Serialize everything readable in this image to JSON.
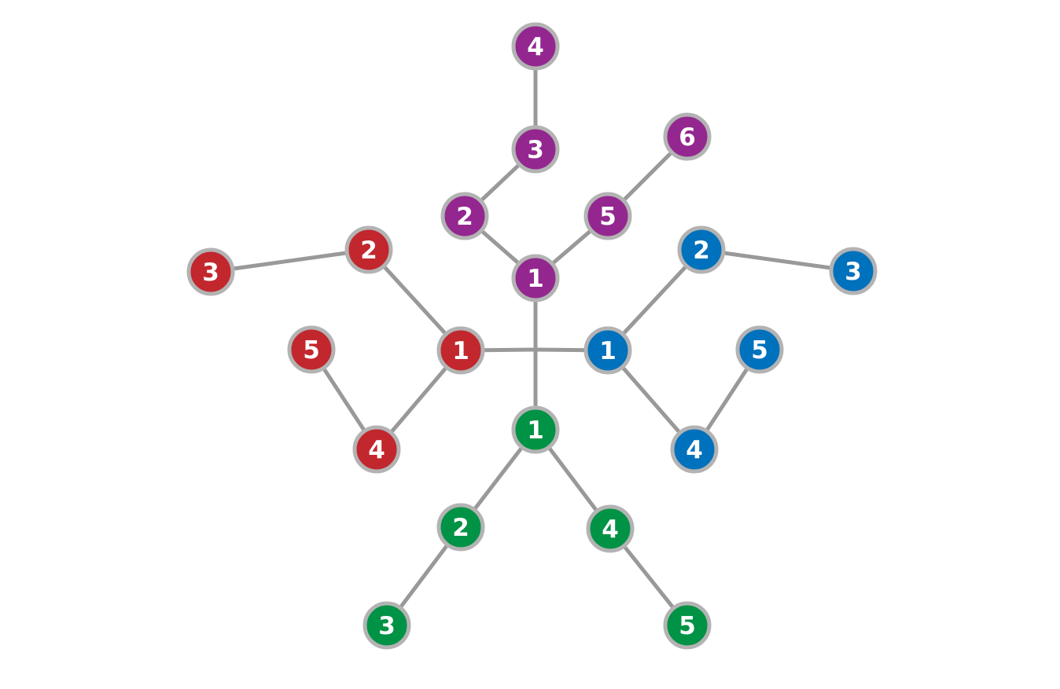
{
  "diagram": {
    "center_junction": "center",
    "colors": {
      "purple": "#93278f",
      "red": "#c1272d",
      "blue": "#0071bc",
      "green": "#009245",
      "edge": "#999999",
      "ring": "#b3b3b3",
      "label": "#ffffff"
    },
    "nodes": [
      {
        "id": "purple-1",
        "label": "1",
        "branch": "purple"
      },
      {
        "id": "purple-2",
        "label": "2",
        "branch": "purple"
      },
      {
        "id": "purple-3",
        "label": "3",
        "branch": "purple"
      },
      {
        "id": "purple-4",
        "label": "4",
        "branch": "purple"
      },
      {
        "id": "purple-5",
        "label": "5",
        "branch": "purple"
      },
      {
        "id": "purple-6",
        "label": "6",
        "branch": "purple"
      },
      {
        "id": "red-1",
        "label": "1",
        "branch": "red"
      },
      {
        "id": "red-2",
        "label": "2",
        "branch": "red"
      },
      {
        "id": "red-3",
        "label": "3",
        "branch": "red"
      },
      {
        "id": "red-4",
        "label": "4",
        "branch": "red"
      },
      {
        "id": "red-5",
        "label": "5",
        "branch": "red"
      },
      {
        "id": "blue-1",
        "label": "1",
        "branch": "blue"
      },
      {
        "id": "blue-2",
        "label": "2",
        "branch": "blue"
      },
      {
        "id": "blue-3",
        "label": "3",
        "branch": "blue"
      },
      {
        "id": "blue-4",
        "label": "4",
        "branch": "blue"
      },
      {
        "id": "blue-5",
        "label": "5",
        "branch": "blue"
      },
      {
        "id": "green-1",
        "label": "1",
        "branch": "green"
      },
      {
        "id": "green-2",
        "label": "2",
        "branch": "green"
      },
      {
        "id": "green-3",
        "label": "3",
        "branch": "green"
      },
      {
        "id": "green-4",
        "label": "4",
        "branch": "green"
      },
      {
        "id": "green-5",
        "label": "5",
        "branch": "green"
      }
    ],
    "edges": [
      {
        "from": "center",
        "to": "purple-1"
      },
      {
        "from": "center",
        "to": "red-1"
      },
      {
        "from": "center",
        "to": "blue-1"
      },
      {
        "from": "center",
        "to": "green-1"
      },
      {
        "from": "purple-1",
        "to": "purple-2"
      },
      {
        "from": "purple-2",
        "to": "purple-3"
      },
      {
        "from": "purple-3",
        "to": "purple-4"
      },
      {
        "from": "purple-1",
        "to": "purple-5"
      },
      {
        "from": "purple-5",
        "to": "purple-6"
      },
      {
        "from": "red-1",
        "to": "red-2"
      },
      {
        "from": "red-2",
        "to": "red-3"
      },
      {
        "from": "red-1",
        "to": "red-4"
      },
      {
        "from": "red-4",
        "to": "red-5"
      },
      {
        "from": "blue-1",
        "to": "blue-2"
      },
      {
        "from": "blue-2",
        "to": "blue-3"
      },
      {
        "from": "blue-1",
        "to": "blue-4"
      },
      {
        "from": "blue-4",
        "to": "blue-5"
      },
      {
        "from": "green-1",
        "to": "green-2"
      },
      {
        "from": "green-2",
        "to": "green-3"
      },
      {
        "from": "green-1",
        "to": "green-4"
      },
      {
        "from": "green-4",
        "to": "green-5"
      }
    ]
  }
}
